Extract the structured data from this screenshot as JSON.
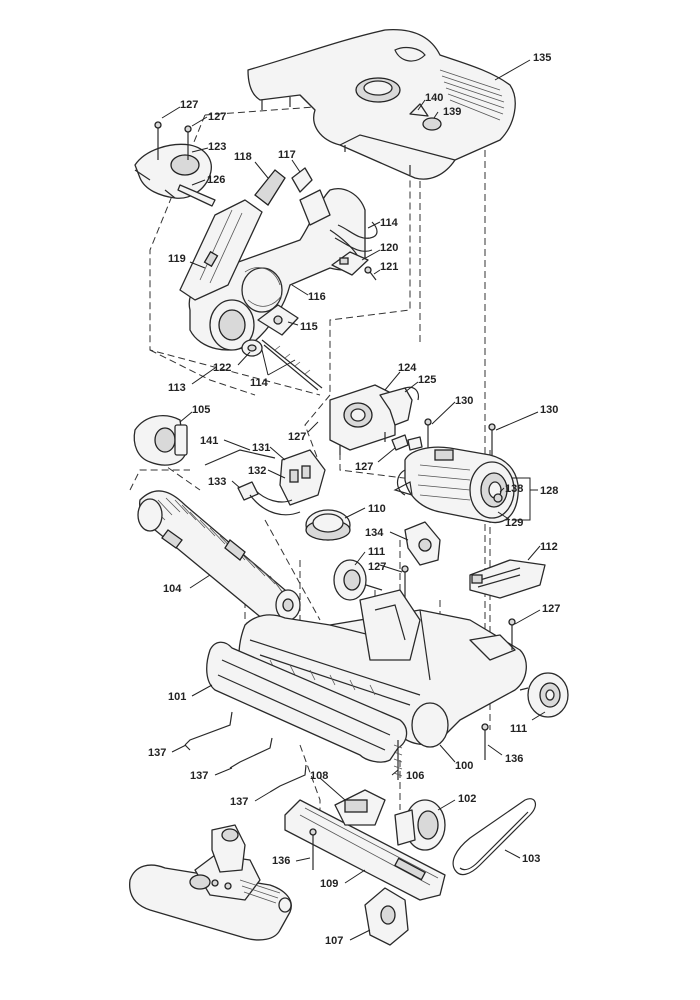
{
  "callouts": [
    {
      "id": "c135",
      "text": "135"
    },
    {
      "id": "c140",
      "text": "140"
    },
    {
      "id": "c139",
      "text": "139"
    },
    {
      "id": "c127a",
      "text": "127"
    },
    {
      "id": "c127b",
      "text": "127"
    },
    {
      "id": "c123",
      "text": "123"
    },
    {
      "id": "c126",
      "text": "126"
    },
    {
      "id": "c118",
      "text": "118"
    },
    {
      "id": "c117",
      "text": "117"
    },
    {
      "id": "c114a",
      "text": "114"
    },
    {
      "id": "c120",
      "text": "120"
    },
    {
      "id": "c121",
      "text": "121"
    },
    {
      "id": "c119",
      "text": "119"
    },
    {
      "id": "c116",
      "text": "116"
    },
    {
      "id": "c115",
      "text": "115"
    },
    {
      "id": "c122",
      "text": "122"
    },
    {
      "id": "c114b",
      "text": "114"
    },
    {
      "id": "c113",
      "text": "113"
    },
    {
      "id": "c124",
      "text": "124"
    },
    {
      "id": "c125",
      "text": "125"
    },
    {
      "id": "c105",
      "text": "105"
    },
    {
      "id": "c127c",
      "text": "127"
    },
    {
      "id": "c130a",
      "text": "130"
    },
    {
      "id": "c130b",
      "text": "130"
    },
    {
      "id": "c141",
      "text": "141"
    },
    {
      "id": "c131",
      "text": "131"
    },
    {
      "id": "c127d",
      "text": "127"
    },
    {
      "id": "c132",
      "text": "132"
    },
    {
      "id": "c133",
      "text": "133"
    },
    {
      "id": "c138",
      "text": "138"
    },
    {
      "id": "c128",
      "text": "128"
    },
    {
      "id": "c129",
      "text": "129"
    },
    {
      "id": "c110",
      "text": "110"
    },
    {
      "id": "c134",
      "text": "134"
    },
    {
      "id": "c111a",
      "text": "111"
    },
    {
      "id": "c127e",
      "text": "127"
    },
    {
      "id": "c112",
      "text": "112"
    },
    {
      "id": "c104",
      "text": "104"
    },
    {
      "id": "c127f",
      "text": "127"
    },
    {
      "id": "c101",
      "text": "101"
    },
    {
      "id": "c111b",
      "text": "111"
    },
    {
      "id": "c137a",
      "text": "137"
    },
    {
      "id": "c136a",
      "text": "136"
    },
    {
      "id": "c100",
      "text": "100"
    },
    {
      "id": "c137b",
      "text": "137"
    },
    {
      "id": "c106",
      "text": "106"
    },
    {
      "id": "c108",
      "text": "108"
    },
    {
      "id": "c137c",
      "text": "137"
    },
    {
      "id": "c102",
      "text": "102"
    },
    {
      "id": "c103",
      "text": "103"
    },
    {
      "id": "c136b",
      "text": "136"
    },
    {
      "id": "c109",
      "text": "109"
    },
    {
      "id": "c107",
      "text": "107"
    }
  ]
}
